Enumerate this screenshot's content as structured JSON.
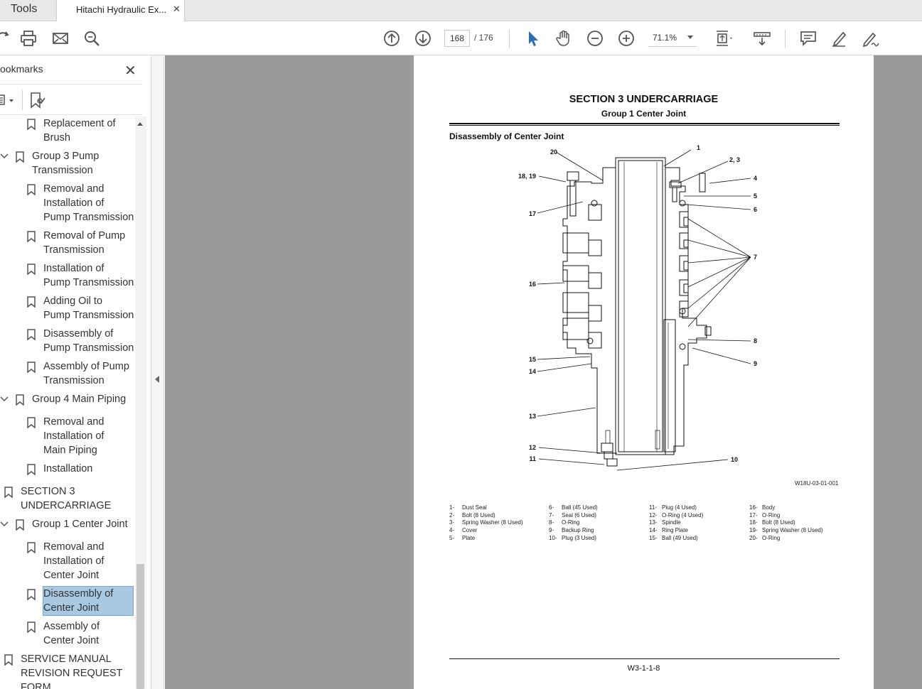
{
  "tabs": {
    "tools": "Tools",
    "document": "Hitachi Hydraulic Ex..."
  },
  "toolbar": {
    "current_page": "168",
    "total_pages": "/ 176",
    "zoom": "71.1%"
  },
  "sidebar": {
    "title": "ookmarks",
    "items": [
      {
        "label": "Replacement of\nBrush",
        "level": 2
      },
      {
        "label": "Group 3 Pump\nTransmission",
        "level": 1
      },
      {
        "label": "Removal and\nInstallation of\nPump Transmission",
        "level": 2
      },
      {
        "label": "Removal of Pump\nTransmission",
        "level": 2
      },
      {
        "label": "Installation of\nPump Transmission",
        "level": 2
      },
      {
        "label": "Adding Oil to\nPump Transmission",
        "level": 2
      },
      {
        "label": "Disassembly of\nPump Transmission",
        "level": 2
      },
      {
        "label": "Assembly of Pump\nTransmission",
        "level": 2
      },
      {
        "label": "Group 4 Main Piping",
        "level": 1
      },
      {
        "label": "Removal and\nInstallation of\nMain Piping",
        "level": 2
      },
      {
        "label": "Installation",
        "level": 2
      },
      {
        "label": "SECTION 3\nUNDERCARRIAGE",
        "level": 0
      },
      {
        "label": "Group 1 Center Joint",
        "level": 1
      },
      {
        "label": "Removal and\nInstallation of\nCenter Joint",
        "level": 2
      },
      {
        "label": "Disassembly of\nCenter Joint",
        "level": 2,
        "selected": true
      },
      {
        "label": "Assembly of\nCenter Joint",
        "level": 2
      },
      {
        "label": "SERVICE MANUAL\nREVISION REQUEST\nFORM",
        "level": 0
      }
    ]
  },
  "page": {
    "section_title": "SECTION 3 UNDERCARRIAGE",
    "group_title": "Group 1 Center Joint",
    "subheading": "Disassembly of Center Joint",
    "figure_code": "W18U-03-01-001",
    "footer": "W3-1-1-8",
    "callouts": [
      "1",
      "2, 3",
      "4",
      "5",
      "6",
      "7",
      "8",
      "9",
      "10",
      "11",
      "12",
      "13",
      "14",
      "15",
      "16",
      "17",
      "18, 19",
      "20"
    ],
    "legend": [
      [
        [
          "1-",
          "Dust Seal"
        ],
        [
          "2-",
          "Bolt (8 Used)"
        ],
        [
          "3-",
          "Spring Washer (8 Used)"
        ],
        [
          "4-",
          "Cover"
        ],
        [
          "5-",
          "Plate"
        ]
      ],
      [
        [
          "6-",
          "Ball (45 Used)"
        ],
        [
          "7-",
          "Seal (6 Used)"
        ],
        [
          "8-",
          "O-Ring"
        ],
        [
          "9-",
          "Backup Ring"
        ],
        [
          "10-",
          "Plug (3 Used)"
        ]
      ],
      [
        [
          "11-",
          "Plug (4 Used)"
        ],
        [
          "12-",
          "O-Ring (4 Used)"
        ],
        [
          "13-",
          "Spindle"
        ],
        [
          "14-",
          "Ring Plate"
        ],
        [
          "15-",
          "Ball (49 Used)"
        ]
      ],
      [
        [
          "16-",
          "Body"
        ],
        [
          "17-",
          "O-Ring"
        ],
        [
          "18-",
          "Bolt (8 Used)"
        ],
        [
          "19-",
          "Spring Washer (8 Used)"
        ],
        [
          "20-",
          "O-Ring"
        ]
      ]
    ]
  },
  "icons": {
    "toolbar": [
      "share-icon",
      "print-icon",
      "email-icon",
      "search-icon",
      "prev-page-icon",
      "next-page-icon",
      "select-cursor-icon",
      "hand-icon",
      "zoom-out-icon",
      "zoom-in-icon",
      "fit-page-icon",
      "scroll-mode-icon",
      "comment-icon",
      "highlight-icon",
      "sign-icon"
    ],
    "accent": "#2d6fb5",
    "selection": "#a9c8e2"
  }
}
